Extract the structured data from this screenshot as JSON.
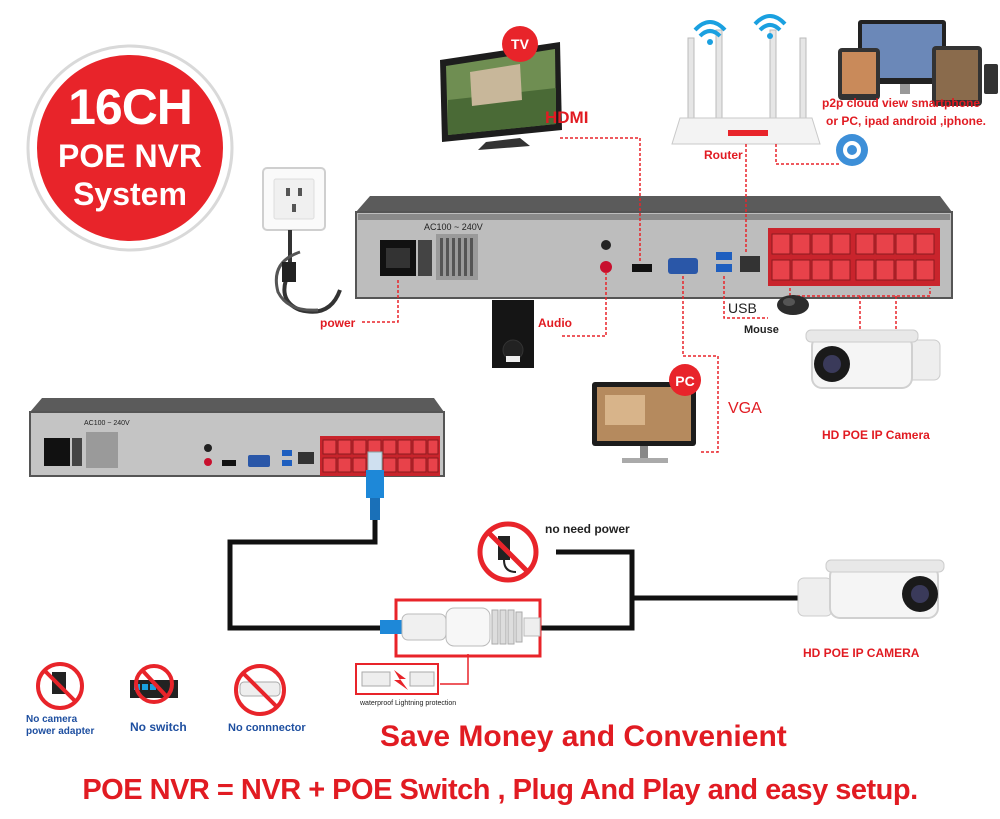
{
  "badge": {
    "line1": "16CH",
    "line2": "POE NVR",
    "line3": "System"
  },
  "labels": {
    "tv_badge": "TV",
    "hdmi": "HDMI",
    "router": "Router",
    "p2p_line1": "p2p cloud  view smartphone",
    "p2p_line2": "or PC, ipad android ,iphone.",
    "power": "power",
    "audio": "Audio",
    "usb": "USB",
    "mouse": "Mouse",
    "pc_badge": "PC",
    "vga": "VGA",
    "hd_poe_ip_camera": "HD POE IP Camera",
    "no_need_power": "no need power",
    "hd_poe_ip_camera_caps": "HD POE IP CAMERA",
    "waterproof": "waterproof Lightning protection",
    "no_adapter_line1": "No camera",
    "no_adapter_line2": "power adapter",
    "no_switch": "No switch",
    "no_connector": "No connnector",
    "nvr_voltage": "AC100 ~ 240V",
    "nvr2_voltage": "AC100 ~ 240V"
  },
  "headline": "Save Money and Convenient",
  "tagline": "POE NVR = NVR + POE Switch , Plug And Play and easy setup.",
  "colors": {
    "accent": "#e8242a",
    "text_red": "#e11b22",
    "dark": "#222222"
  }
}
